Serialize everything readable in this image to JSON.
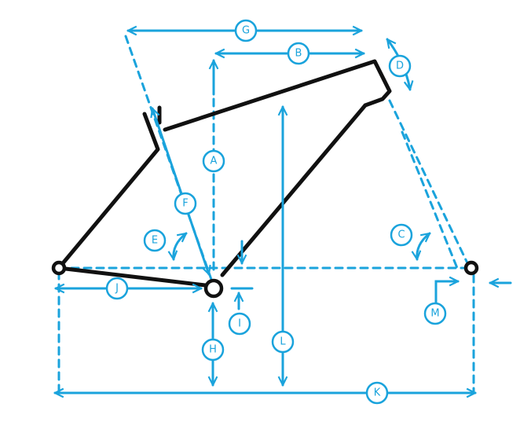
{
  "colors": {
    "accent": "#1aa3dc",
    "frame": "#111111",
    "background": "#ffffff"
  },
  "labels": {
    "a": "A",
    "b": "B",
    "c": "C",
    "d": "D",
    "e": "E",
    "f": "F",
    "g": "G",
    "h": "H",
    "i": "I",
    "j": "J",
    "k": "K",
    "l": "L",
    "m": "M"
  }
}
